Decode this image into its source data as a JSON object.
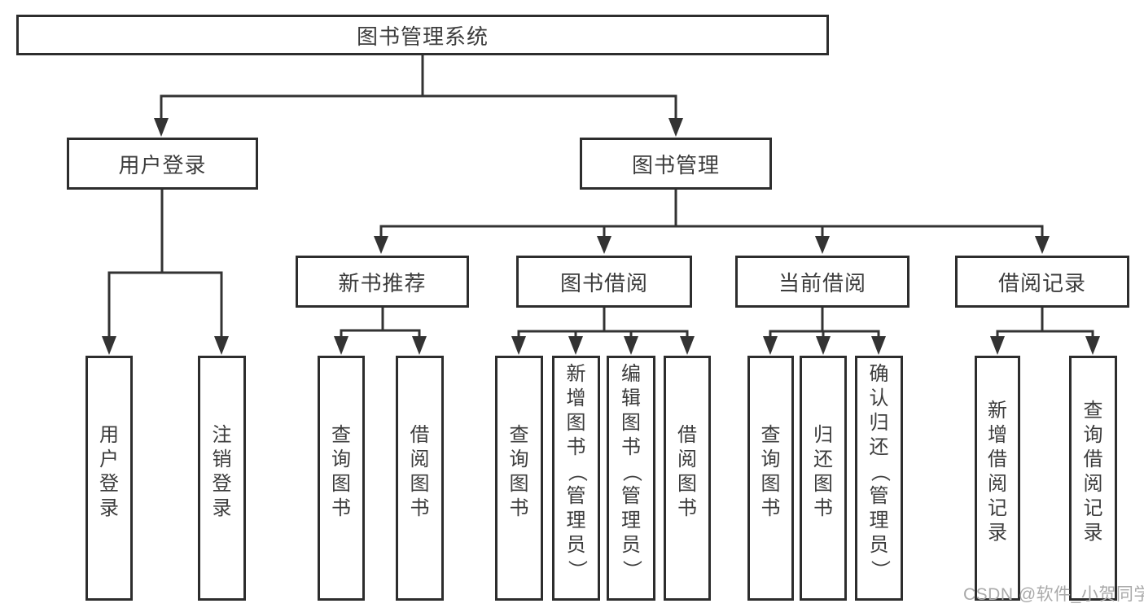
{
  "diagram_title": "图书管理系统",
  "nodes": {
    "root": "图书管理系统",
    "user_login": "用户登录",
    "book_management": "图书管理",
    "new_book_recommend": "新书推荐",
    "book_borrow": "图书借阅",
    "current_borrow": "当前借阅",
    "borrow_record": "借阅记录",
    "leaf_user_login": "用户登录",
    "leaf_logout": "注销登录",
    "leaf_query_book_a": "查询图书",
    "leaf_borrow_book_a": "借阅图书",
    "leaf_query_book_b": "查询图书",
    "leaf_add_book_admin": "新增图书（管理员）",
    "leaf_edit_book_admin": "编辑图书（管理员）",
    "leaf_borrow_book_b": "借阅图书",
    "leaf_query_book_c": "查询图书",
    "leaf_return_book": "归还图书",
    "leaf_confirm_return_admin": "确认归还（管理员）",
    "leaf_add_borrow_record": "新增借阅记录",
    "leaf_query_borrow_record": "查询借阅记录"
  },
  "hierarchy": {
    "图书管理系统": {
      "用户登录": [
        "用户登录",
        "注销登录"
      ],
      "图书管理": {
        "新书推荐": [
          "查询图书",
          "借阅图书"
        ],
        "图书借阅": [
          "查询图书",
          "新增图书（管理员）",
          "编辑图书（管理员）",
          "借阅图书"
        ],
        "当前借阅": [
          "查询图书",
          "归还图书",
          "确认归还（管理员）"
        ],
        "借阅记录": [
          "新增借阅记录",
          "查询借阅记录"
        ]
      }
    }
  },
  "watermark": "CSDN @软件_小贺同学",
  "colors": {
    "line": "#333333",
    "border": "#2d2d2d",
    "text": "#3c3c3c",
    "watermark": "#a9a9a9",
    "background": "#ffffff"
  }
}
